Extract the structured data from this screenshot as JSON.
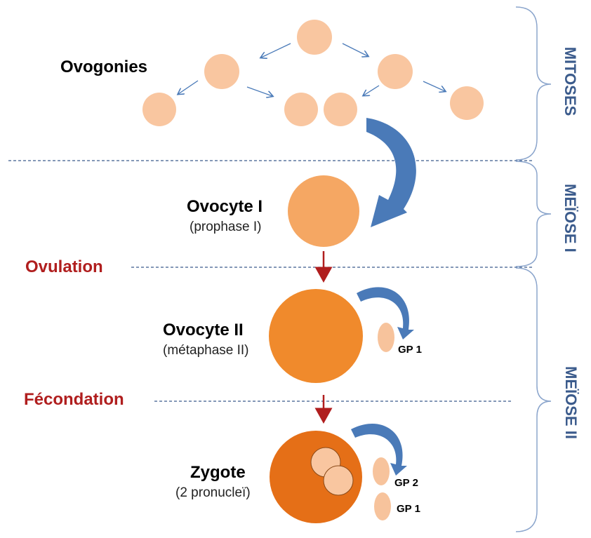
{
  "stages": {
    "ovogonies": {
      "title": "Ovogonies"
    },
    "ovocyte1": {
      "title": "Ovocyte I",
      "subtitle": "(prophase I)"
    },
    "ovocyte2": {
      "title": "Ovocyte II",
      "subtitle": "(métaphase II)"
    },
    "zygote": {
      "title": "Zygote",
      "subtitle": "(2 pronucleï)"
    }
  },
  "events": {
    "ovulation": "Ovulation",
    "fecondation": "Fécondation"
  },
  "polar_bodies": {
    "gp1": "GP 1",
    "gp2": "GP 2"
  },
  "phases": {
    "mitoses": "MITOSES",
    "meiose1": "MEÏOSE I",
    "meiose2": "MEÏOSE II"
  },
  "colors": {
    "ovogonie": "#f9c6a0",
    "ovocyte1": "#f5a763",
    "ovocyte2": "#f08a2c",
    "zygote": "#e56f17",
    "pronucleus": "#f9c6a0",
    "polar_body": "#f7c39c",
    "arrow_blue": "#4a7ab8",
    "arrow_red": "#b01e1e",
    "phase_text": "#3b5b8c",
    "event_text": "#b01e1e",
    "divider": "#3b5b8c",
    "brace": "#8ba5cc"
  }
}
